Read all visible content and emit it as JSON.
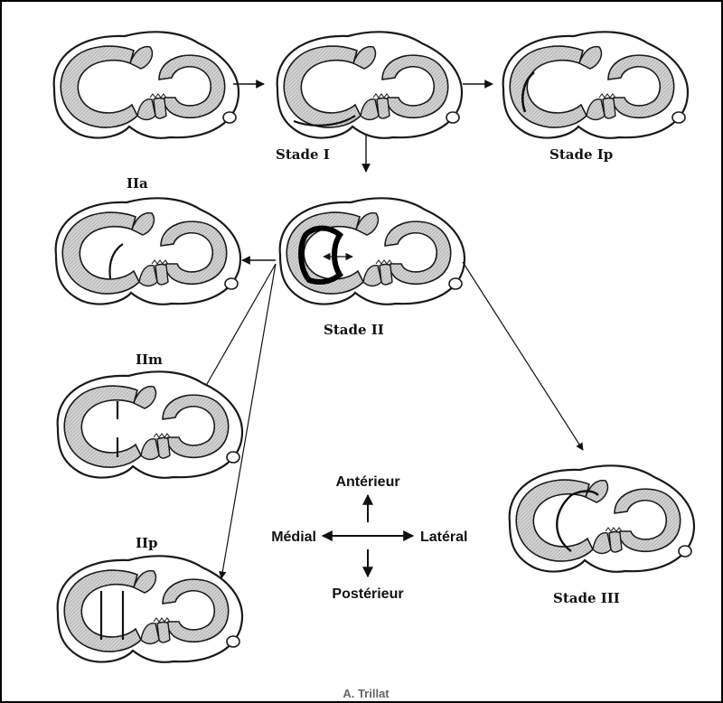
{
  "stages": {
    "stade_1": "Stade I",
    "stade_1p": "Stade Ip",
    "stade_2": "Stade II",
    "stade_2a": "IIa",
    "stade_2m": "IIm",
    "stade_2p": "IIp",
    "stade_3": "Stade III"
  },
  "compass": {
    "anterior": "Antérieur",
    "posterior": "Postérieur",
    "medial": "Médial",
    "lateral": "Latéral"
  },
  "credit": "A. Trillat",
  "colors": {
    "meniscus_fill": "#d0d0d0",
    "outline": "#1a1a1a",
    "lesion": "#000000",
    "frame_border": "#000000"
  }
}
